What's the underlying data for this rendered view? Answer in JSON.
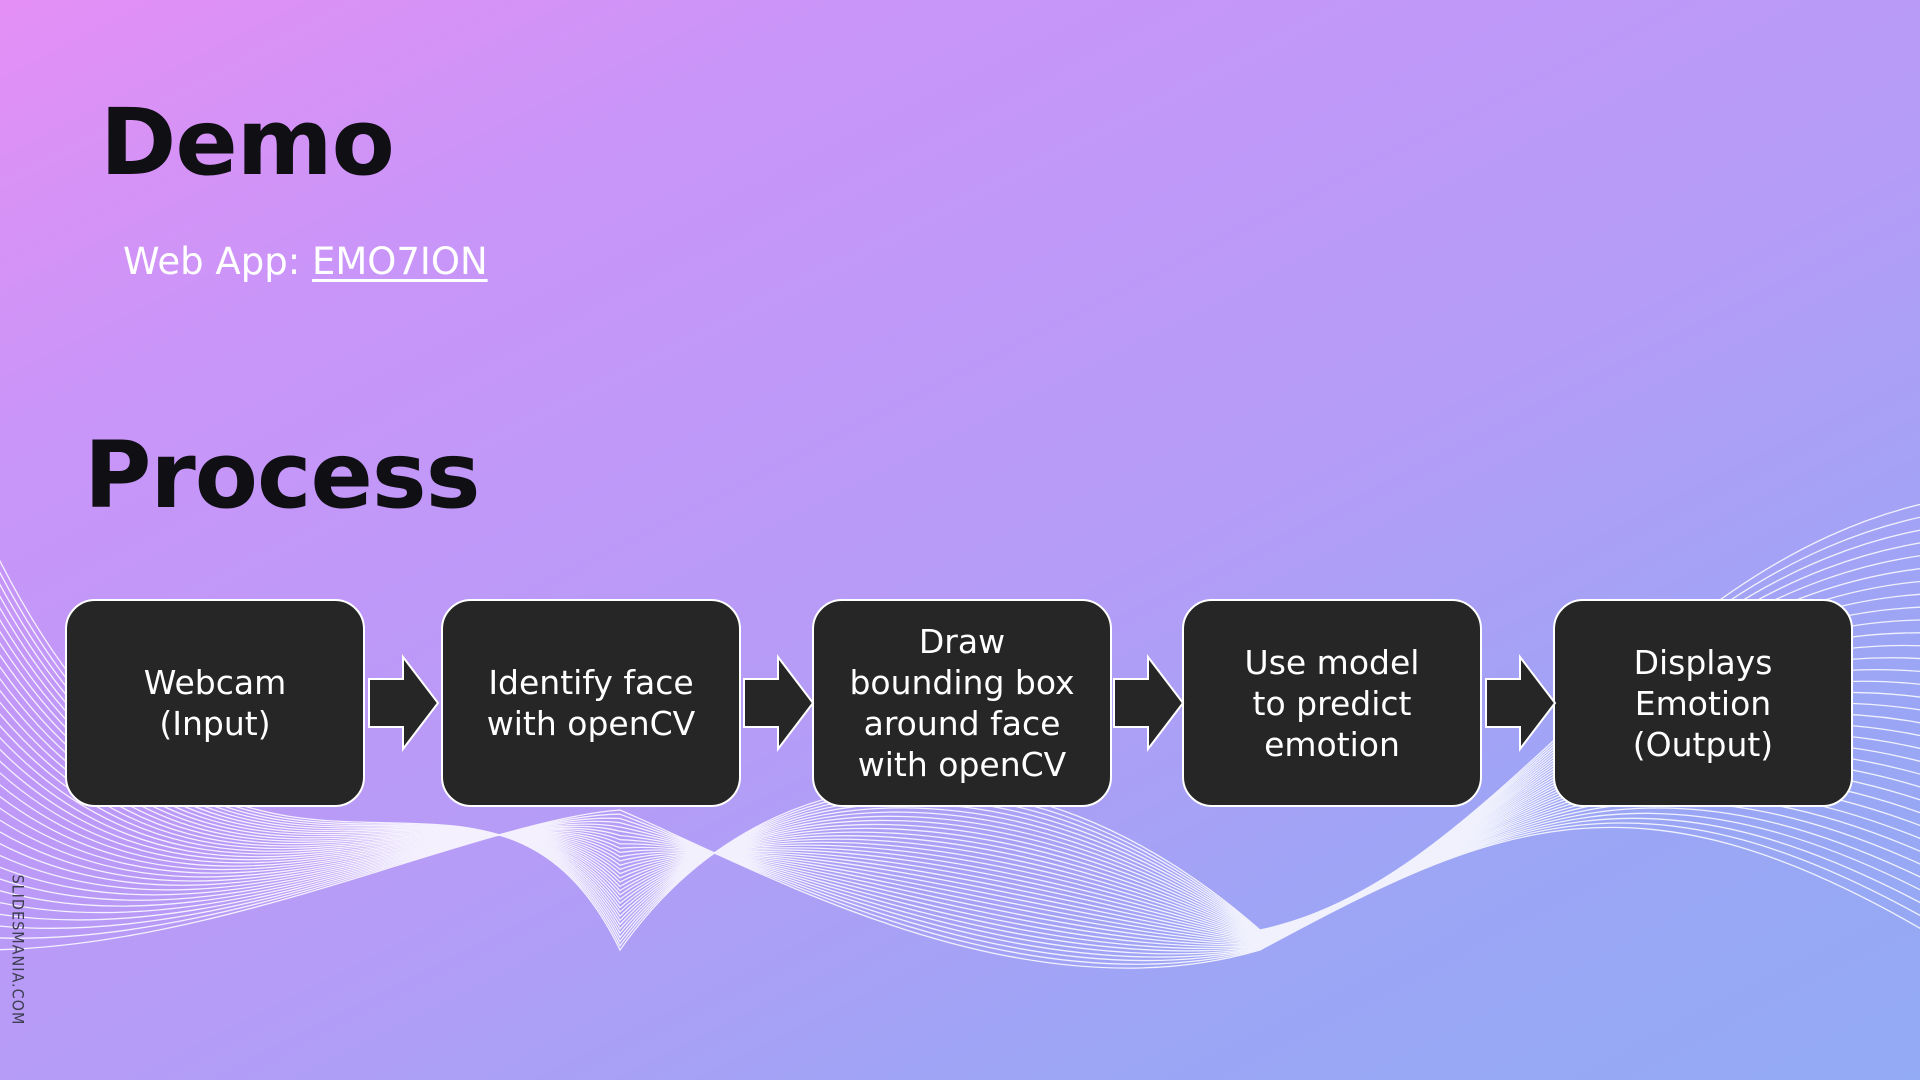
{
  "slide": {
    "demo_title": "Demo",
    "webapp_label": "Web App: ",
    "webapp_link": "EMO7ION",
    "process_title": "Process",
    "watermark": "SLIDESMANIA.COM"
  },
  "colors": {
    "gradient_start": "#e48ff5",
    "gradient_end": "#93aaf4",
    "box_fill": "#262626",
    "box_text": "#ffffff",
    "arrow_fill": "#262626"
  },
  "process_steps": [
    {
      "label": "Webcam\n(Input)"
    },
    {
      "label": "Identify face\nwith openCV"
    },
    {
      "label": "Draw\nbounding box\naround face\nwith openCV"
    },
    {
      "label": "Use model\nto predict\nemotion"
    },
    {
      "label": "Displays\nEmotion\n(Output)"
    }
  ]
}
